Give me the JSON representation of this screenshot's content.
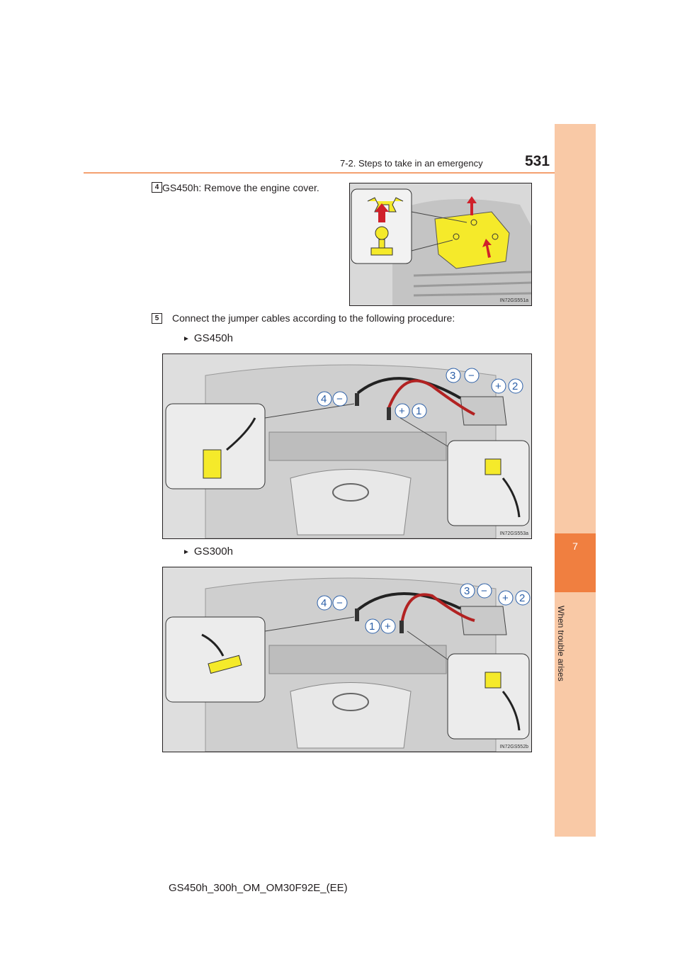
{
  "header": {
    "section": "7-2. Steps to take in an emergency",
    "page_number": "531"
  },
  "side_tab": {
    "chapter_number": "7",
    "chapter_title": "When trouble arises"
  },
  "steps": [
    {
      "number": "4",
      "text": "GS450h: Remove the engine cover.",
      "figure_code": "IN72GS551a"
    },
    {
      "number": "5",
      "text": "Connect the jumper cables according to the following procedure:"
    }
  ],
  "variants": [
    {
      "label": "GS450h",
      "figure_code": "IN72GS553a"
    },
    {
      "label": "GS300h",
      "figure_code": "IN72GS552b"
    }
  ],
  "connection_labels": {
    "one": "1",
    "two": "2",
    "three": "3",
    "four": "4",
    "plus": "+",
    "minus": "−"
  },
  "footer": {
    "document_code": "GS450h_300h_OM_OM30F92E_(EE)"
  },
  "colors": {
    "accent": "#f07f40",
    "tab": "#f9c9a6",
    "highlight_yellow": "#f5ea2a",
    "label_blue": "#2b5fa8",
    "cable_red": "#b22222"
  }
}
